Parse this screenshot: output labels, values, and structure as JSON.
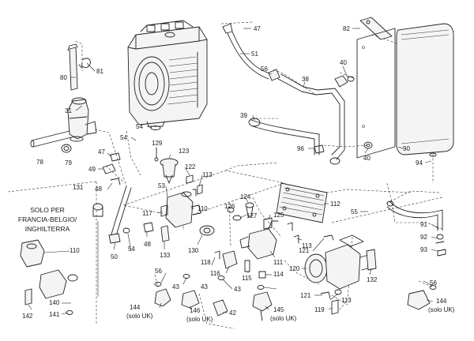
{
  "regions": {
    "uk_note": [
      "SOLO PER",
      "FRANCIA-BELGIO/",
      "INGHILTERRA"
    ]
  },
  "callouts": {
    "c47a": "47",
    "c51": "51",
    "c82": "82",
    "c80": "80",
    "c81": "81",
    "c56a": "56",
    "c38": "38",
    "c40a": "40",
    "c31": "31",
    "c39": "39",
    "c54a": "54",
    "c96": "96",
    "c40b": "40",
    "c90": "90",
    "c54b": "54",
    "c129": "129",
    "c123": "123",
    "c78": "78",
    "c79": "79",
    "c47b": "47",
    "c49": "49",
    "c122": "122",
    "c113a": "113",
    "c94": "94",
    "c48a": "48",
    "c53": "53",
    "c131": "131",
    "c124": "124",
    "c112": "112",
    "c126": "126",
    "c127": "127",
    "c125": "125",
    "c55": "55",
    "c117": "117",
    "c110a": "110",
    "c91": "91",
    "c92": "92",
    "c93": "93",
    "c48b": "48",
    "c133": "133",
    "c130": "130",
    "c50": "50",
    "c54c": "54",
    "c113b": "113",
    "c121a": "121",
    "c110b": "110",
    "c118": "118",
    "c111": "111",
    "c116": "116",
    "c115": "115",
    "c114": "114",
    "c120": "120",
    "c132": "132",
    "c43a": "43",
    "c43b": "43",
    "c43c": "43",
    "c56b": "56",
    "c56c": "56",
    "c113c": "113",
    "c121b": "121",
    "c140": "140",
    "c141": "141",
    "c142": "142",
    "c144a": "144",
    "c146": "146",
    "c42": "42",
    "c145": "145",
    "c119": "119",
    "c144b": "144"
  },
  "uk_tags": {
    "u144a": "(solo UK)",
    "u146": "(solo UK)",
    "u145": "(solo UK)",
    "u144b": "(solo UK)"
  }
}
